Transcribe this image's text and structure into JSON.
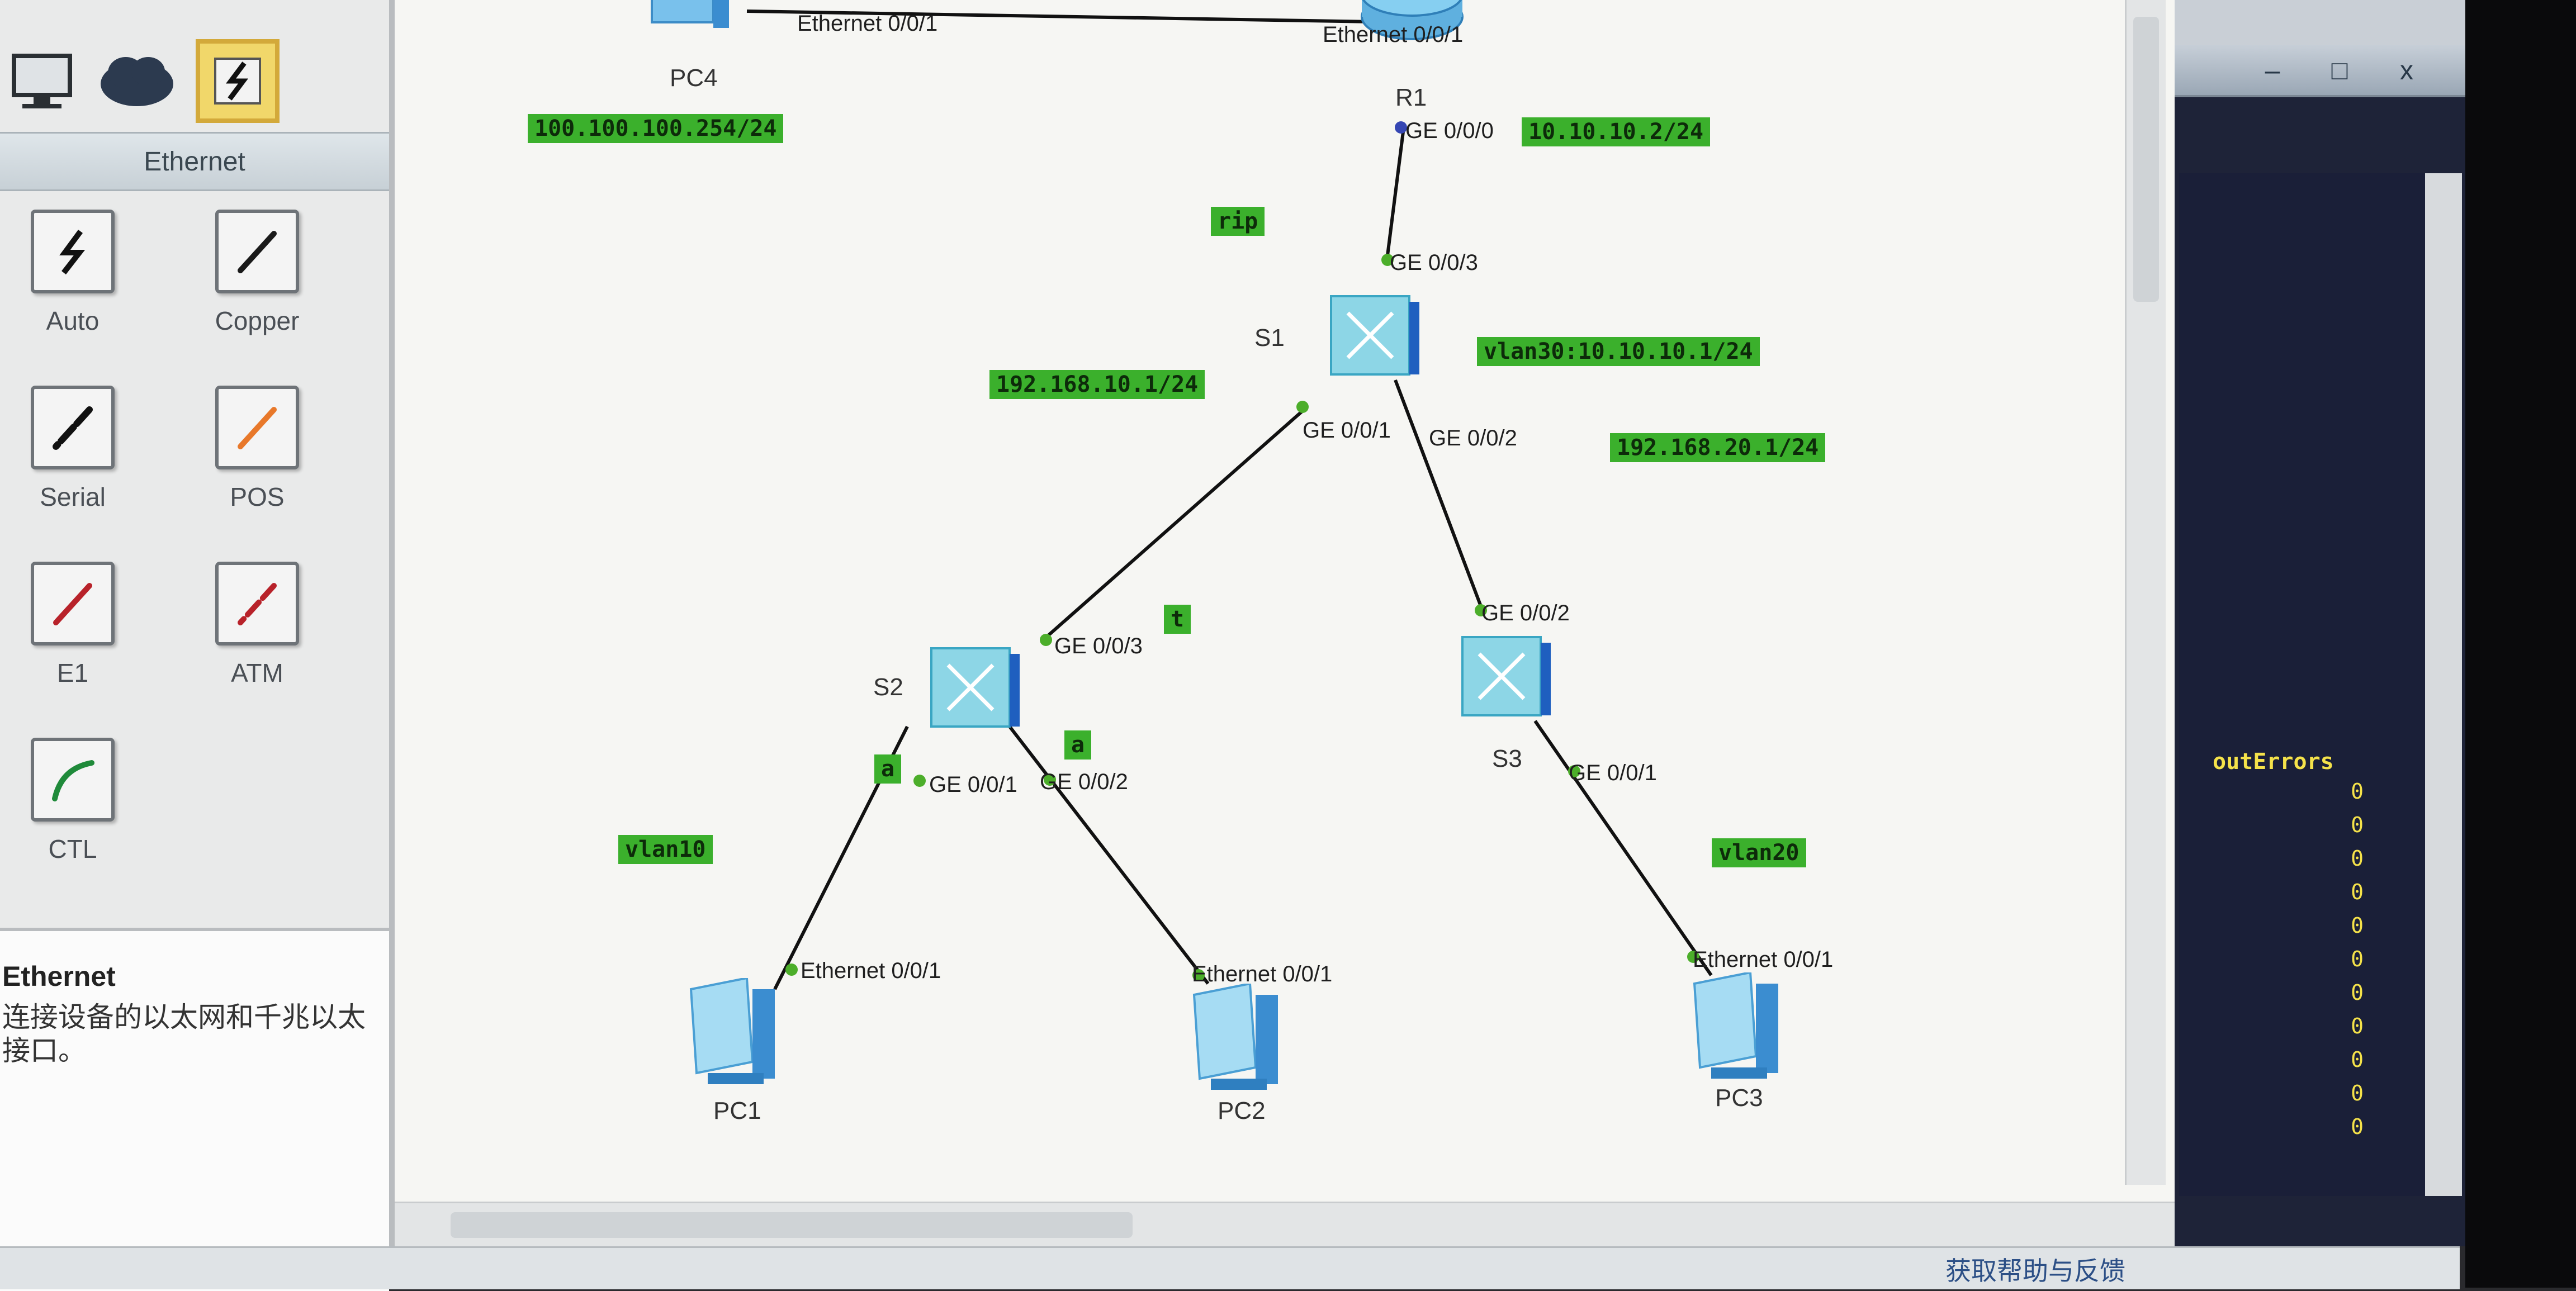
{
  "left_panel": {
    "header": "Ethernet",
    "cables": [
      {
        "label": "Auto",
        "icon": "auto-cable-icon"
      },
      {
        "label": "Copper",
        "icon": "copper-cable-icon"
      },
      {
        "label": "Serial",
        "icon": "serial-cable-icon"
      },
      {
        "label": "POS",
        "icon": "pos-cable-icon"
      },
      {
        "label": "E1",
        "icon": "e1-cable-icon"
      },
      {
        "label": "ATM",
        "icon": "atm-cable-icon"
      },
      {
        "label": "CTL",
        "icon": "ctl-cable-icon"
      }
    ],
    "info_title": "Ethernet",
    "info_desc": "连接设备的以太网和千兆以太接口。"
  },
  "topology": {
    "devices": {
      "pc4": "PC4",
      "r1": "R1",
      "s1": "S1",
      "s2": "S2",
      "s3": "S3",
      "pc1": "PC1",
      "pc2": "PC2",
      "pc3": "PC3"
    },
    "ports": {
      "pc4_eth": "Ethernet 0/0/1",
      "r1_eth": "Ethernet 0/0/1",
      "r1_ge": "GE 0/0/0",
      "s1_ge3": "GE 0/0/3",
      "s1_ge1": "GE 0/0/1",
      "s1_ge2": "GE 0/0/2",
      "s2_ge3": "GE 0/0/3",
      "s2_ge1": "GE 0/0/1",
      "s2_ge2": "GE 0/0/2",
      "s3_ge2": "GE 0/0/2",
      "s3_ge1": "GE 0/0/1",
      "pc1_eth": "Ethernet 0/0/1",
      "pc2_eth": "Ethernet 0/0/1",
      "pc3_eth": "Ethernet 0/0/1"
    },
    "tags": {
      "pc4_ip": "100.100.100.254/24",
      "r1_ip": "10.10.10.2/24",
      "rip": "rip",
      "s1_vlan30": "vlan30:10.10.10.1/24",
      "vlan10_gw": "192.168.10.1/24",
      "vlan20_gw": "192.168.20.1/24",
      "trunk": "t",
      "access1": "a",
      "access2": "a",
      "vlan10": "vlan10",
      "vlan20": "vlan20"
    }
  },
  "console": {
    "header": "outErrors",
    "values": [
      "0",
      "0",
      "0",
      "0",
      "0",
      "0",
      "0",
      "0",
      "0",
      "0",
      "0"
    ]
  },
  "window_buttons": {
    "minimize": "–",
    "maximize": "□",
    "close": "x"
  },
  "status": {
    "feedback": "获取帮助与反馈"
  },
  "colors": {
    "tag_green": "#3bb02c",
    "switch_cyan": "#7fd3e0",
    "link_black": "#111111",
    "port_green": "#4cae2a"
  }
}
